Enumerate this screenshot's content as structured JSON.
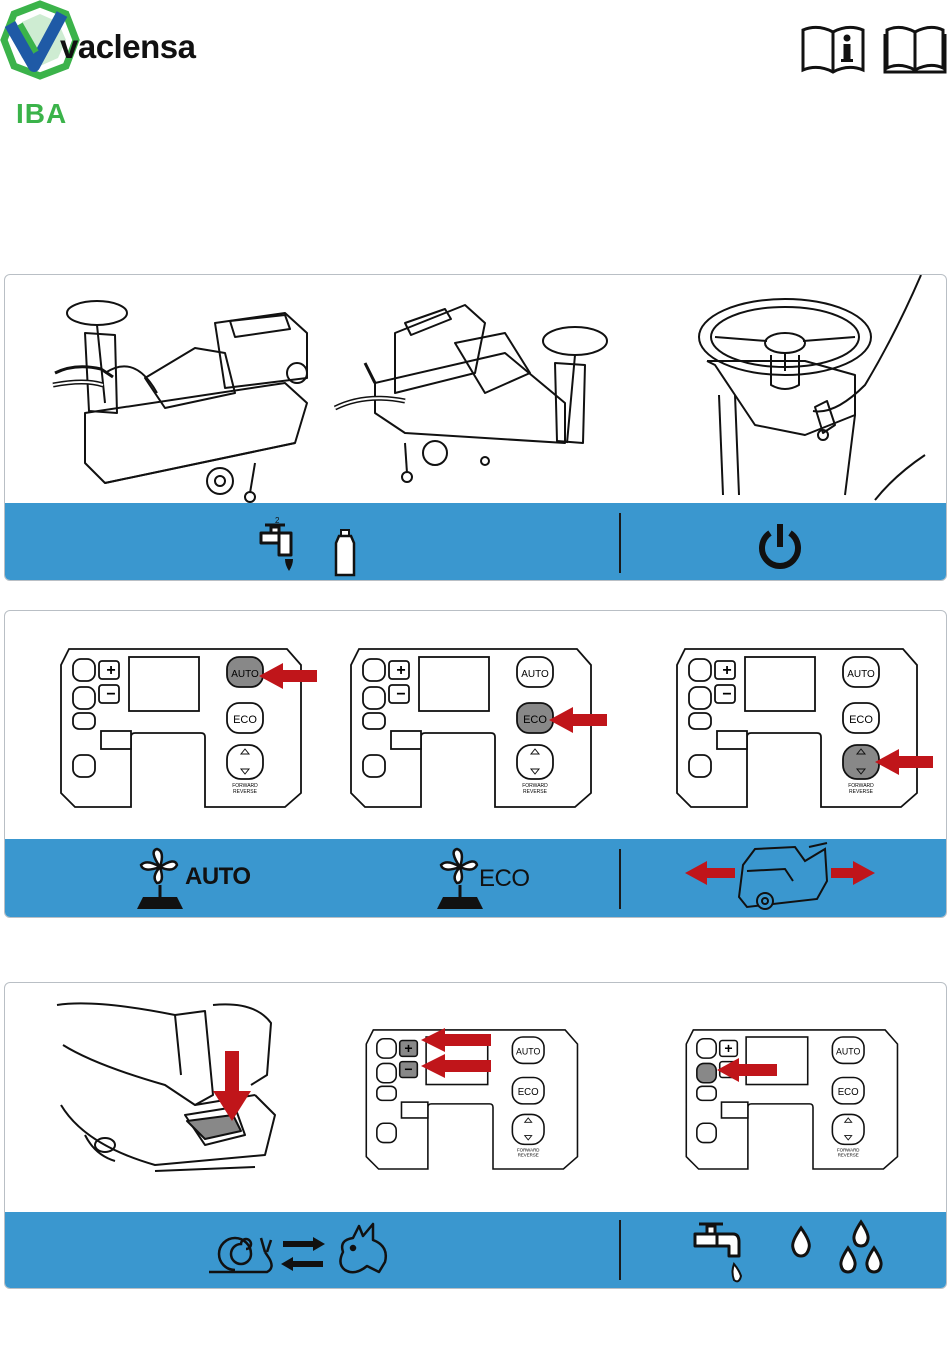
{
  "header": {
    "brand_name": "vaclensa",
    "brand_sub": "IBA",
    "icons": [
      "manual-info-icon",
      "manual-book-icon"
    ]
  },
  "colors": {
    "band": "#3a97cf",
    "arrow": "#c0151a",
    "brand_green": "#3bb34a",
    "brand_blue": "#1f5aa6"
  },
  "sections": [
    {
      "name": "filling-and-power-on",
      "illustrations": [
        "machine-fill-water-illustration",
        "machine-fill-detergent-illustration",
        "key-switch-illustration"
      ],
      "band_icons": [
        "water-tap-icon",
        "detergent-bottle-icon",
        "power-icon"
      ],
      "tap_number": "2"
    },
    {
      "name": "control-panel-modes",
      "panel_buttons": {
        "auto": "AUTO",
        "eco": "ECO",
        "plus": "+",
        "minus": "−",
        "direction_top": "FORWARD",
        "direction_bottom": "REVERSE"
      },
      "highlighted": [
        "AUTO",
        "ECO",
        "direction"
      ],
      "band_labels": {
        "auto": "AUTO",
        "eco": "ECO"
      },
      "band_icons": [
        "fan-brush-icon",
        "fan-brush-icon",
        "direction-machine-icon"
      ]
    },
    {
      "name": "speed-and-water-flow",
      "illustrations": [
        "pedal-press-illustration",
        "speed-buttons-panel",
        "water-button-panel"
      ],
      "band_icons": [
        "snail-icon",
        "swap-arrows-icon",
        "rabbit-icon",
        "water-tap-icon",
        "single-drop-icon",
        "triple-drop-icon"
      ]
    }
  ]
}
